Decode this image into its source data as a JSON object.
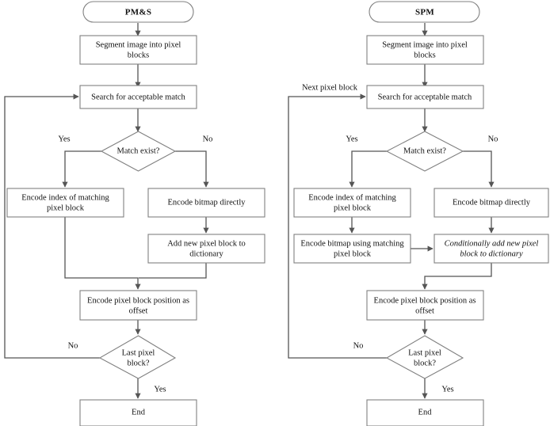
{
  "diagram": {
    "title_left": "PM&S",
    "title_right": "SPM",
    "charts": [
      {
        "id": "pms",
        "name": "PM&S",
        "nodes": {
          "start": "PM&S",
          "segment": [
            "Segment image into pixel",
            "blocks"
          ],
          "search": [
            "Search for acceptable match"
          ],
          "match_decision": [
            "Match exist?"
          ],
          "encode_index": [
            "Encode index of matching",
            "pixel block"
          ],
          "encode_bitmap": [
            "Encode bitmap directly"
          ],
          "add_block": [
            "Add new pixel block to",
            "dictionary"
          ],
          "encode_offset": [
            "Encode pixel block position as",
            "offset"
          ],
          "last_decision": [
            "Last pixel",
            "block?"
          ],
          "end": [
            "End"
          ]
        },
        "edge_labels": {
          "match_yes": "Yes",
          "match_no": "No",
          "last_no": "No",
          "last_yes": "Yes"
        }
      },
      {
        "id": "spm",
        "name": "SPM",
        "nodes": {
          "start": "SPM",
          "segment": [
            "Segment image into pixel",
            "blocks"
          ],
          "search": [
            "Search for acceptable match"
          ],
          "match_decision": [
            "Match exist?"
          ],
          "encode_index": [
            "Encode index of matching",
            "pixel block"
          ],
          "encode_bitmap": [
            "Encode bitmap directly"
          ],
          "encode_using": [
            "Encode bitmap using matching",
            "pixel block"
          ],
          "cond_add": [
            "Conditionally add new pixel",
            "block to dictionary"
          ],
          "encode_offset": [
            "Encode pixel block position as",
            "offset"
          ],
          "last_decision": [
            "Last pixel",
            "block?"
          ],
          "end": [
            "End"
          ]
        },
        "edge_labels": {
          "next_block": "Next pixel block",
          "match_yes": "Yes",
          "match_no": "No",
          "last_no": "No",
          "last_yes": "Yes"
        }
      }
    ],
    "colors": {
      "stroke": "#555555",
      "node_stroke": "#808080",
      "text": "#111111",
      "background": "#ffffff"
    }
  }
}
